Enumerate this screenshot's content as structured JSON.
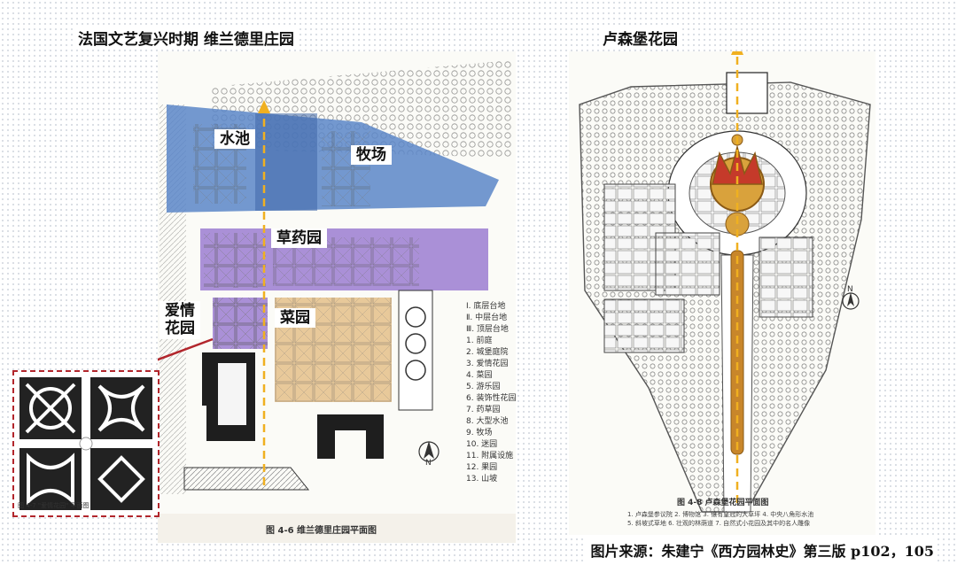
{
  "titles": {
    "left": "法国文艺复兴时期 维兰德里庄园",
    "right": "卢森堡花园"
  },
  "left_plan": {
    "zone_labels": {
      "water": "水池",
      "pasture": "牧场",
      "herb": "草药园",
      "love": "爱情\n花园",
      "vegetable": "菜园"
    },
    "legend": [
      "Ⅰ. 底层台地",
      "Ⅱ. 中层台地",
      "Ⅲ. 顶层台地",
      "1. 前庭",
      "2. 城堡庭院",
      "3. 爱情花园",
      "4. 菜园",
      "5. 游乐园",
      "6. 装饰性花园",
      "7. 药草园",
      "8. 大型水池",
      "9. 牧场",
      "10. 迷园",
      "11. 附属设施",
      "12. 果园",
      "13. 山坡"
    ],
    "caption": "图 4-6   维兰德里庄园平面图",
    "north": "N"
  },
  "inset": {
    "caption": "图 4-7 \"爱情花园\" 平面图"
  },
  "right_plan": {
    "caption": "图 4-8   卢森堡花园平面图",
    "notes": [
      "1. 卢森堡参议院   2. 博物馆   3. 镶有皇冠的大草坪   4. 中央八角形水池",
      "5. 斜坡式草地   6. 壮观的林荫道   7. 自然式小花园及其中的名人雕像"
    ],
    "north": "N"
  },
  "source": "图片来源：朱建宁《西方园林史》第三版 p102，105",
  "colors": {
    "water_overlay": "#5b86c8",
    "herb_overlay": "#9b7dd1",
    "vegetable_overlay": "#e8c99a",
    "axis_arrow": "#f0b020",
    "inset_border": "#b2262c",
    "crown_gold": "#d9a23c"
  }
}
